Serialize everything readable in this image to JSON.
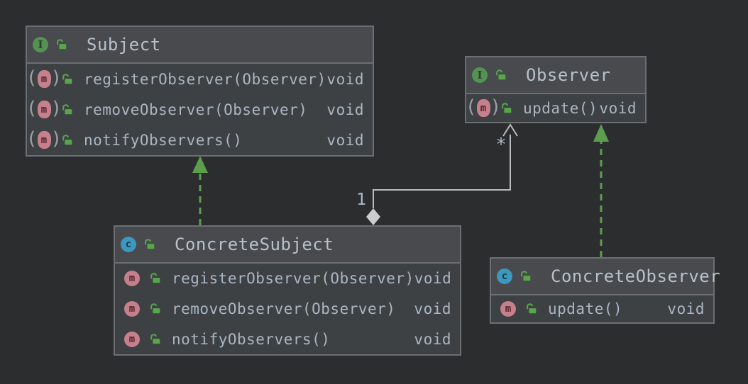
{
  "diagram": {
    "icons": {
      "paren_open": "(",
      "paren_close": ")"
    },
    "colors": {
      "background": "#2b2d2f",
      "node_body": "#3e4144",
      "node_header": "#484a4d",
      "node_border": "#6b6f71",
      "text": "#a9b6c3",
      "interface_icon": "#539253",
      "class_icon": "#3e97bc",
      "method_icon": "#c5808b",
      "lock_icon": "#57a64a",
      "realization_arrow": "#5c9e4e",
      "aggregation_edge": "#b9bbbd"
    },
    "classes": [
      {
        "id": "subject",
        "kind": "interface",
        "icon_letter": "I",
        "name": "Subject",
        "methods": [
          {
            "icon_letter": "m",
            "abstract": true,
            "name": "registerObserver(Observer)",
            "returns": "void"
          },
          {
            "icon_letter": "m",
            "abstract": true,
            "name": "removeObserver(Observer)",
            "returns": "void"
          },
          {
            "icon_letter": "m",
            "abstract": true,
            "name": "notifyObservers()",
            "returns": "void"
          }
        ]
      },
      {
        "id": "observer",
        "kind": "interface",
        "icon_letter": "I",
        "name": "Observer",
        "methods": [
          {
            "icon_letter": "m",
            "abstract": true,
            "name": "update()",
            "returns": "void"
          }
        ]
      },
      {
        "id": "concrete-subject",
        "kind": "class",
        "icon_letter": "c",
        "name": "ConcreteSubject",
        "methods": [
          {
            "icon_letter": "m",
            "abstract": false,
            "name": "registerObserver(Observer)",
            "returns": "void"
          },
          {
            "icon_letter": "m",
            "abstract": false,
            "name": "removeObserver(Observer)",
            "returns": "void"
          },
          {
            "icon_letter": "m",
            "abstract": false,
            "name": "notifyObservers()",
            "returns": "void"
          }
        ]
      },
      {
        "id": "concrete-observer",
        "kind": "class",
        "icon_letter": "c",
        "name": "ConcreteObserver",
        "methods": [
          {
            "icon_letter": "m",
            "abstract": false,
            "name": "update()",
            "returns": "void"
          }
        ]
      }
    ],
    "edges": [
      {
        "type": "realization",
        "from": "ConcreteSubject",
        "to": "Subject",
        "style": "dashed-green"
      },
      {
        "type": "realization",
        "from": "ConcreteObserver",
        "to": "Observer",
        "style": "dashed-green"
      },
      {
        "type": "aggregation",
        "from": "ConcreteSubject",
        "to": "Observer",
        "source_multiplicity": "1",
        "target_multiplicity": "*"
      }
    ]
  }
}
